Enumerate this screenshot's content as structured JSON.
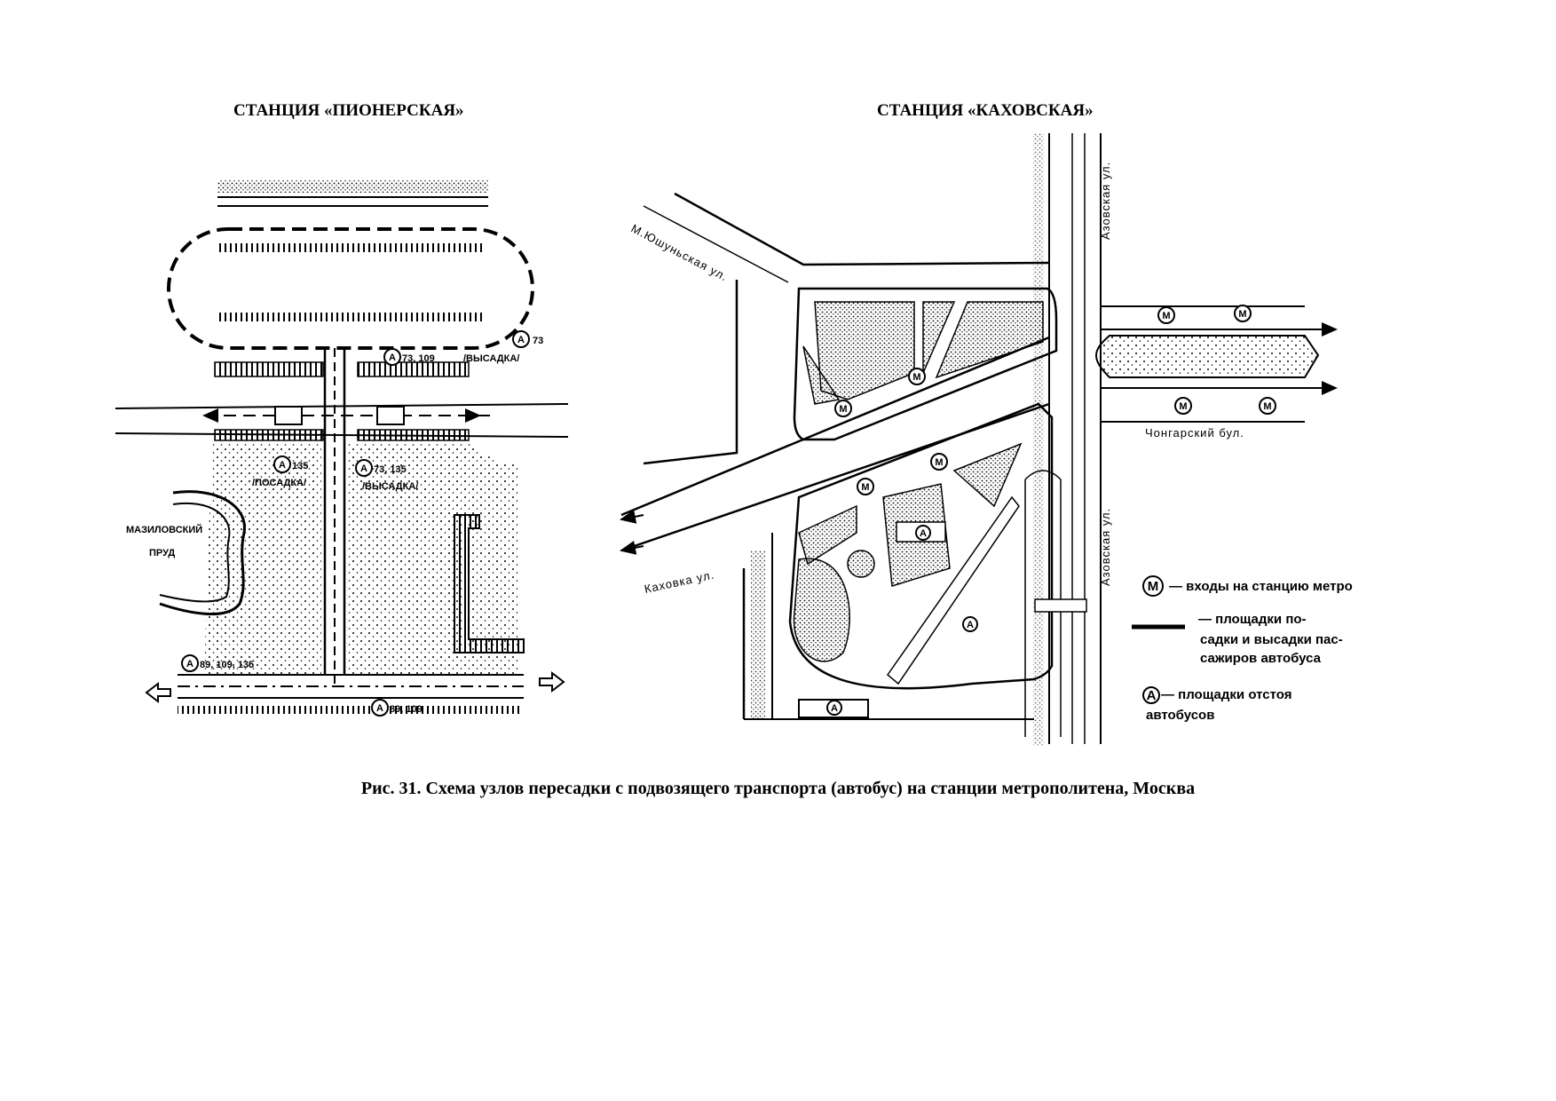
{
  "titles": {
    "left": "СТАНЦИЯ «ПИОНЕРСКАЯ»",
    "right": "СТАНЦИЯ «КАХОВСКАЯ»"
  },
  "caption": "Рис. 31. Схема узлов пересадки с подвозящего транспорта (автобус) на станции метрополитена, Москва",
  "symbols": {
    "metro": "М",
    "bus": "А"
  },
  "pionerskaya": {
    "route_73": "73",
    "route_73_109": "73, 109",
    "dropoff_top": "/ВЫСАДКА/",
    "route_135": "135",
    "boarding": "/ПОСАДКА/",
    "route_73_135": "73, 135",
    "dropoff_mid": "/ВЫСАДКА/",
    "pond_line1": "МАЗИЛОВСКИЙ",
    "pond_line2": "ПРУД",
    "route_89_109_135": "89, 109, 135",
    "route_89_109": "89, 109"
  },
  "kakhovskaya": {
    "street_azov_top": "Азовская ул.",
    "street_azov_bottom": "Азовская ул.",
    "street_yushun": "М.Юшуньская ул.",
    "street_chongar": "Чонгарский бул.",
    "street_kakhovka": "Каховка ул."
  },
  "legend": {
    "metro_entrances": "— входы на станцию метро",
    "platforms_line1": "— площадки по-",
    "platforms_line2": "садки и высадки пас-",
    "platforms_line3": "сажиров автобуса",
    "layover_line1": "— площадки отстоя",
    "layover_line2": "автобусов"
  }
}
